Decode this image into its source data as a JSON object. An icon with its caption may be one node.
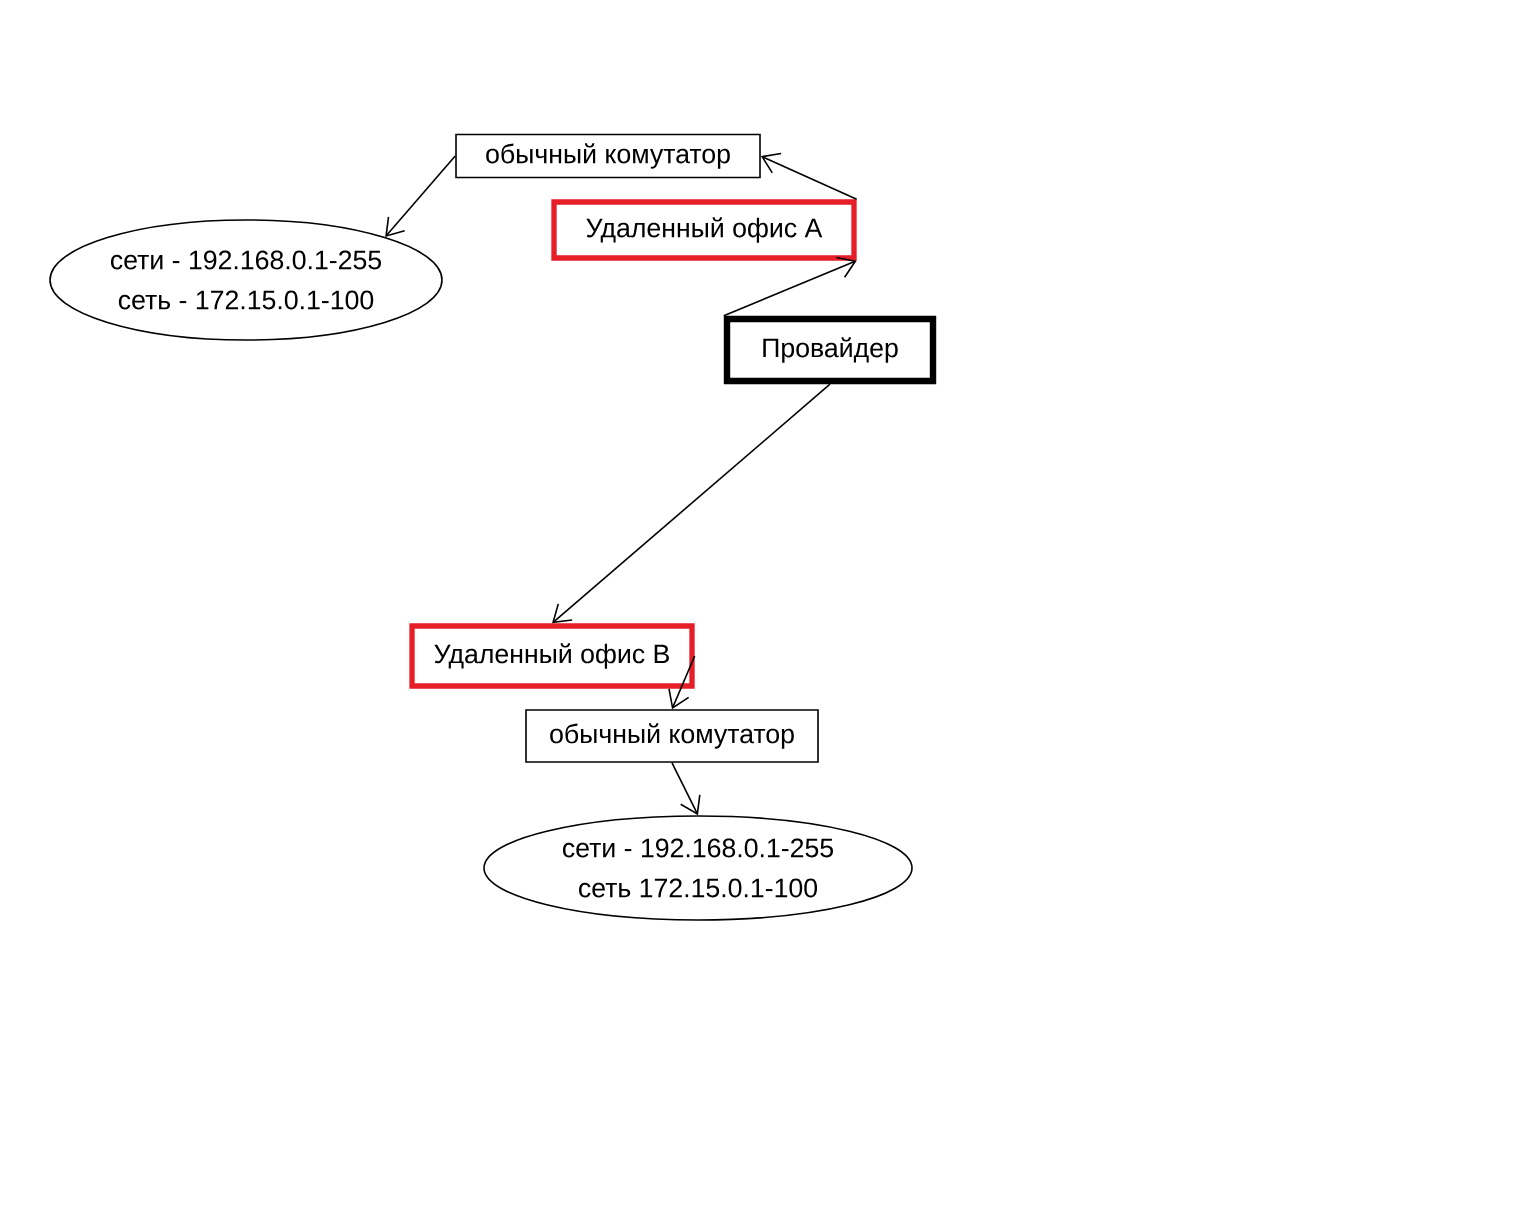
{
  "diagram": {
    "nodes": [
      {
        "text": [
          "обычный комутатор"
        ]
      },
      {
        "text": [
          "сети - 192.168.0.1-255",
          "сеть - 172.15.0.1-100"
        ]
      },
      {
        "text": [
          "Удаленный офис A"
        ]
      },
      {
        "text": [
          "Провайдер"
        ]
      },
      {
        "text": [
          "Удаленный офис B"
        ]
      },
      {
        "text": [
          "обычный комутатор"
        ]
      },
      {
        "text": [
          "сети - 192.168.0.1-255",
          "сеть 172.15.0.1-100"
        ]
      }
    ],
    "edges": [
      {
        "from": 3,
        "to": 2,
        "arrow": "to"
      },
      {
        "from": 2,
        "to": 0,
        "arrow": "to"
      },
      {
        "from": 0,
        "to": 1,
        "arrow": "to"
      },
      {
        "from": 3,
        "to": 4,
        "arrow": "to"
      },
      {
        "from": 4,
        "to": 5,
        "arrow": "to"
      },
      {
        "from": 5,
        "to": 6,
        "arrow": "to"
      }
    ]
  }
}
